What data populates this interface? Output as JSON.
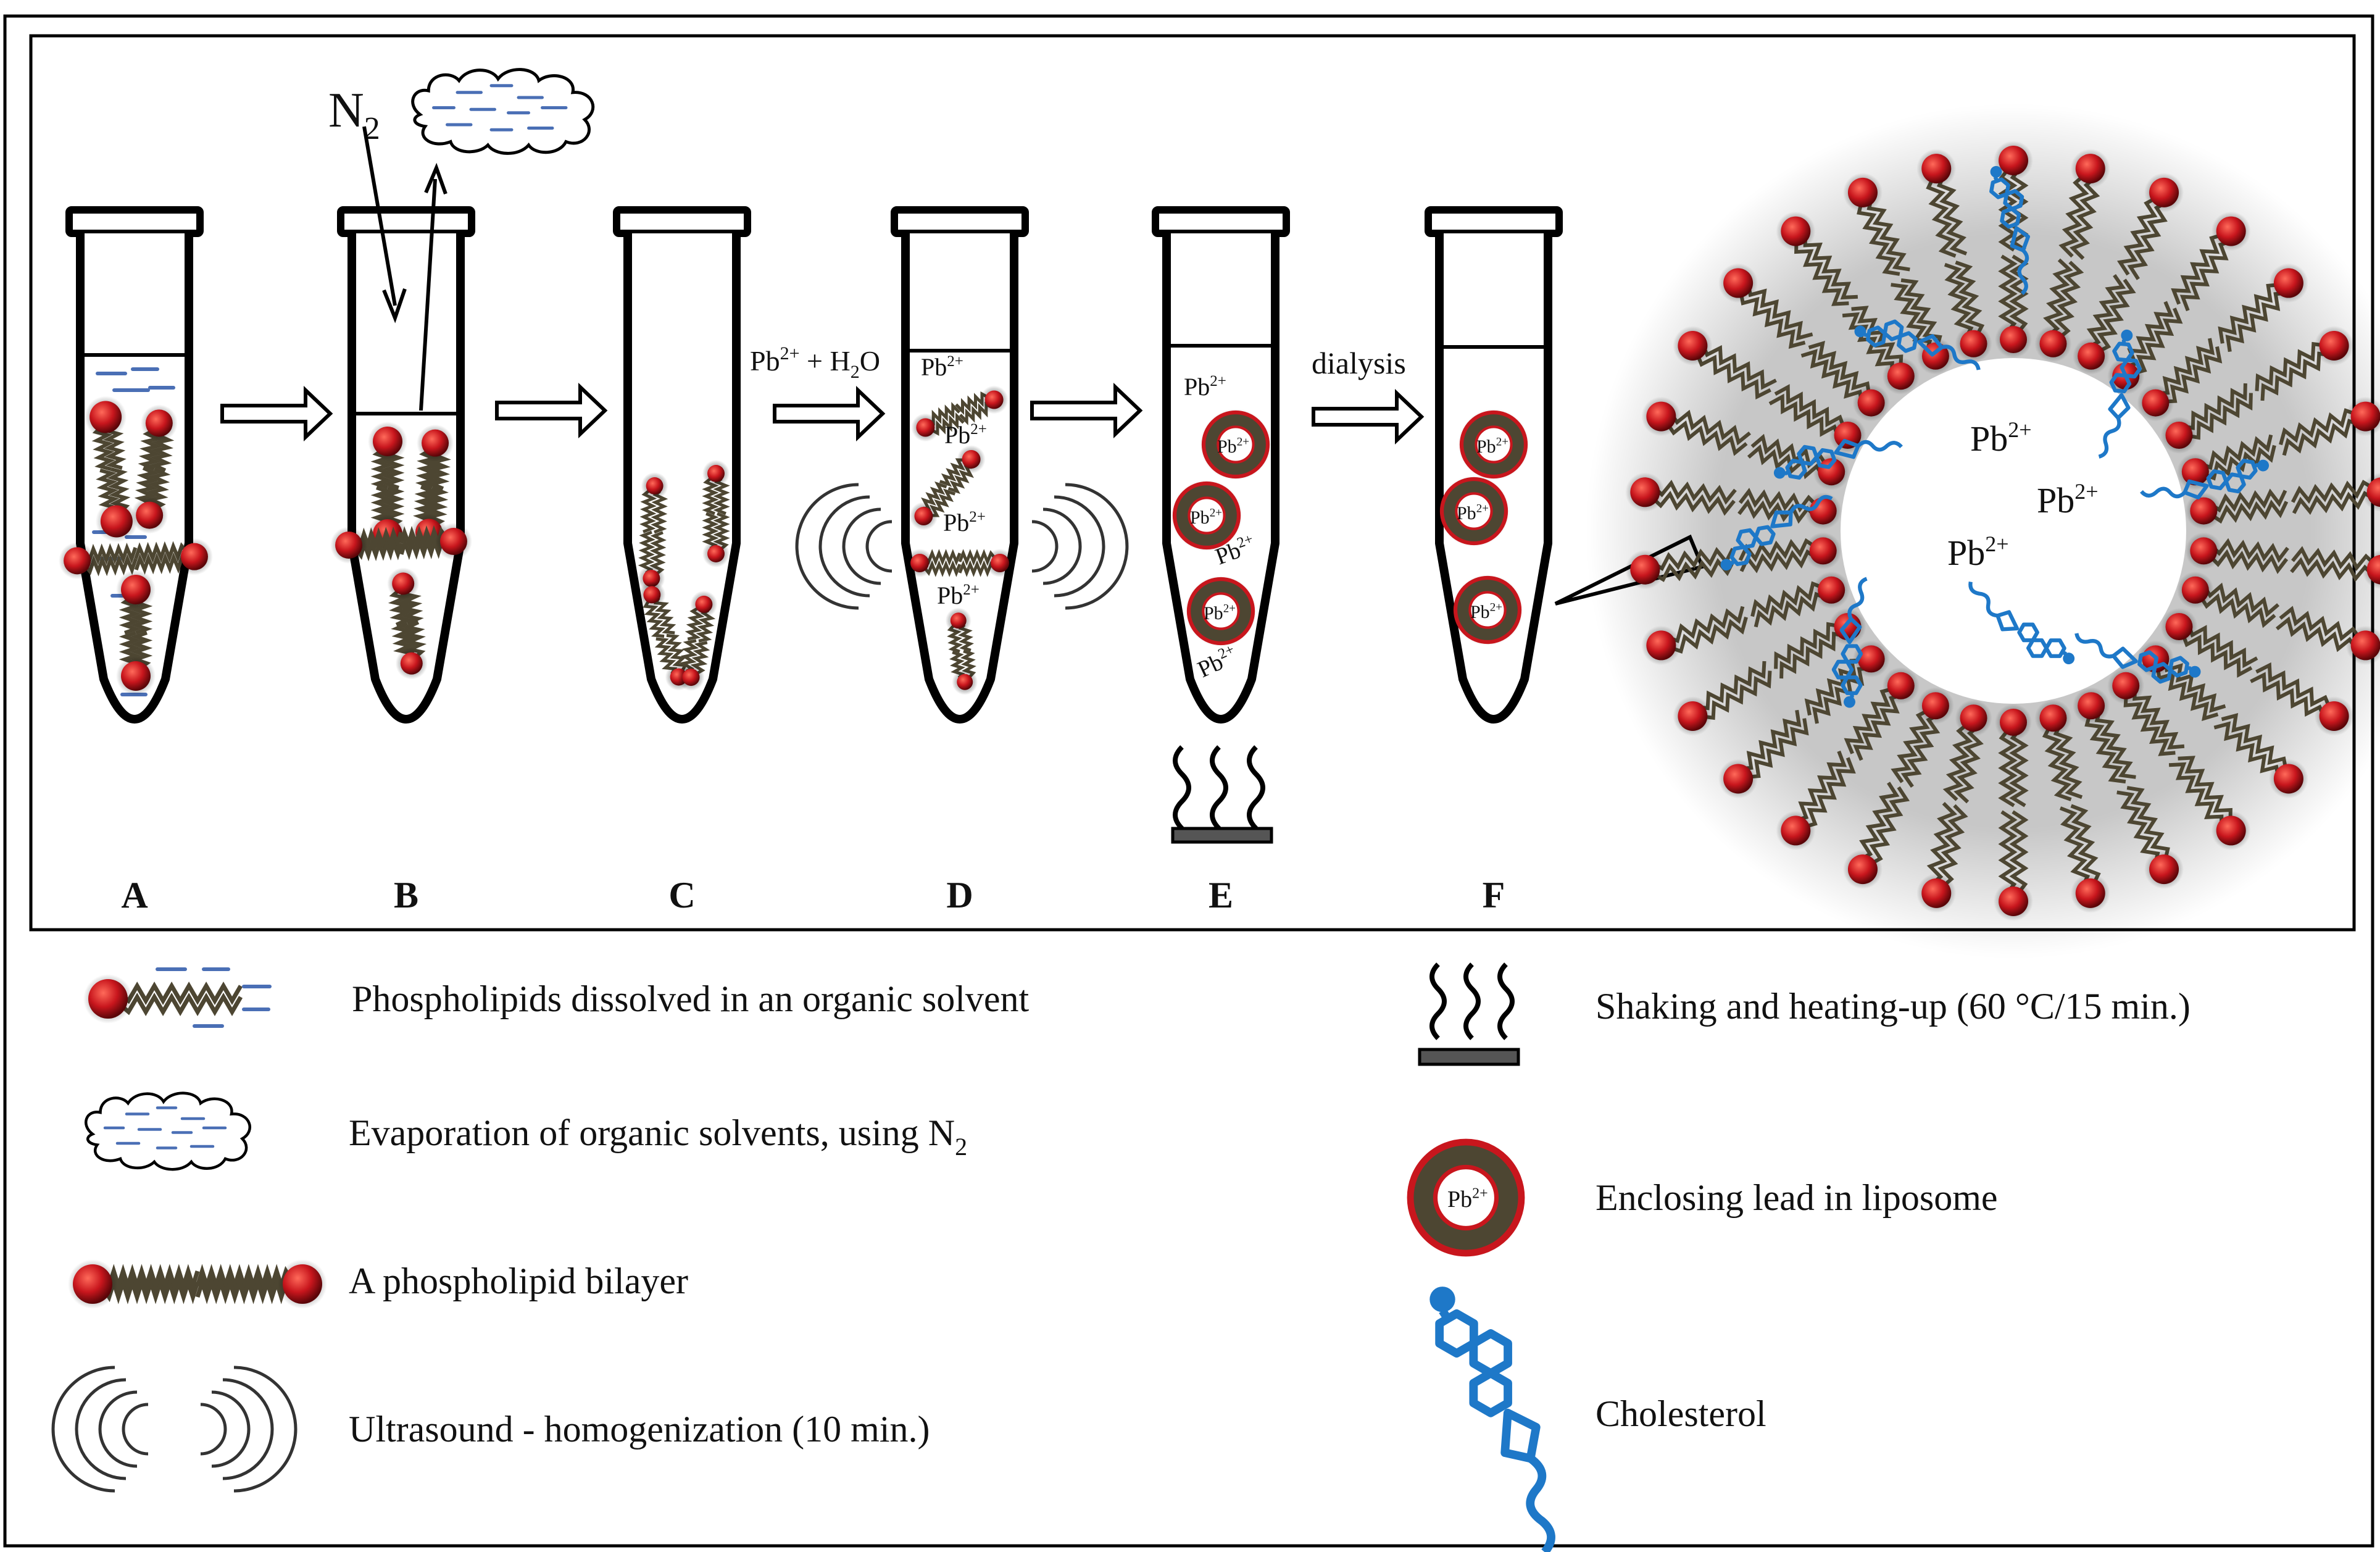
{
  "steps": [
    {
      "label": "A"
    },
    {
      "label": "B"
    },
    {
      "label": "C"
    },
    {
      "label": "D"
    },
    {
      "label": "E"
    },
    {
      "label": "F"
    }
  ],
  "gas": {
    "symbol": "N",
    "subscript": "2"
  },
  "ion": {
    "symbol": "Pb",
    "charge": "2+"
  },
  "water": {
    "symbol": "H",
    "subscript": "2",
    "tail": "O"
  },
  "arrow_labels": {
    "dialysis": "dialysis",
    "plus": "+"
  },
  "legend": [
    {
      "text": "Phospholipids dissolved in an organic solvent",
      "icon": "phospholipid-solvent-icon"
    },
    {
      "text": "Evaporation of organic solvents, using N",
      "sub": "2",
      "icon": "evaporation-cloud-icon"
    },
    {
      "text": "A phospholipid bilayer",
      "icon": "bilayer-icon"
    },
    {
      "text": "Ultrasound - homogenization (10 min.)",
      "icon": "ultrasound-icon"
    },
    {
      "text": "Shaking and heating-up (60 °C/15 min.)",
      "icon": "heating-icon"
    },
    {
      "text": "Enclosing lead in liposome",
      "icon": "liposome-icon"
    },
    {
      "text": "Cholesterol",
      "icon": "cholesterol-icon"
    }
  ],
  "colors": {
    "head": "#c8161d",
    "tail": "#4d4632",
    "solvent": "#4a6fb5",
    "cholesterol": "#1e78c8",
    "outline": "#000000"
  }
}
